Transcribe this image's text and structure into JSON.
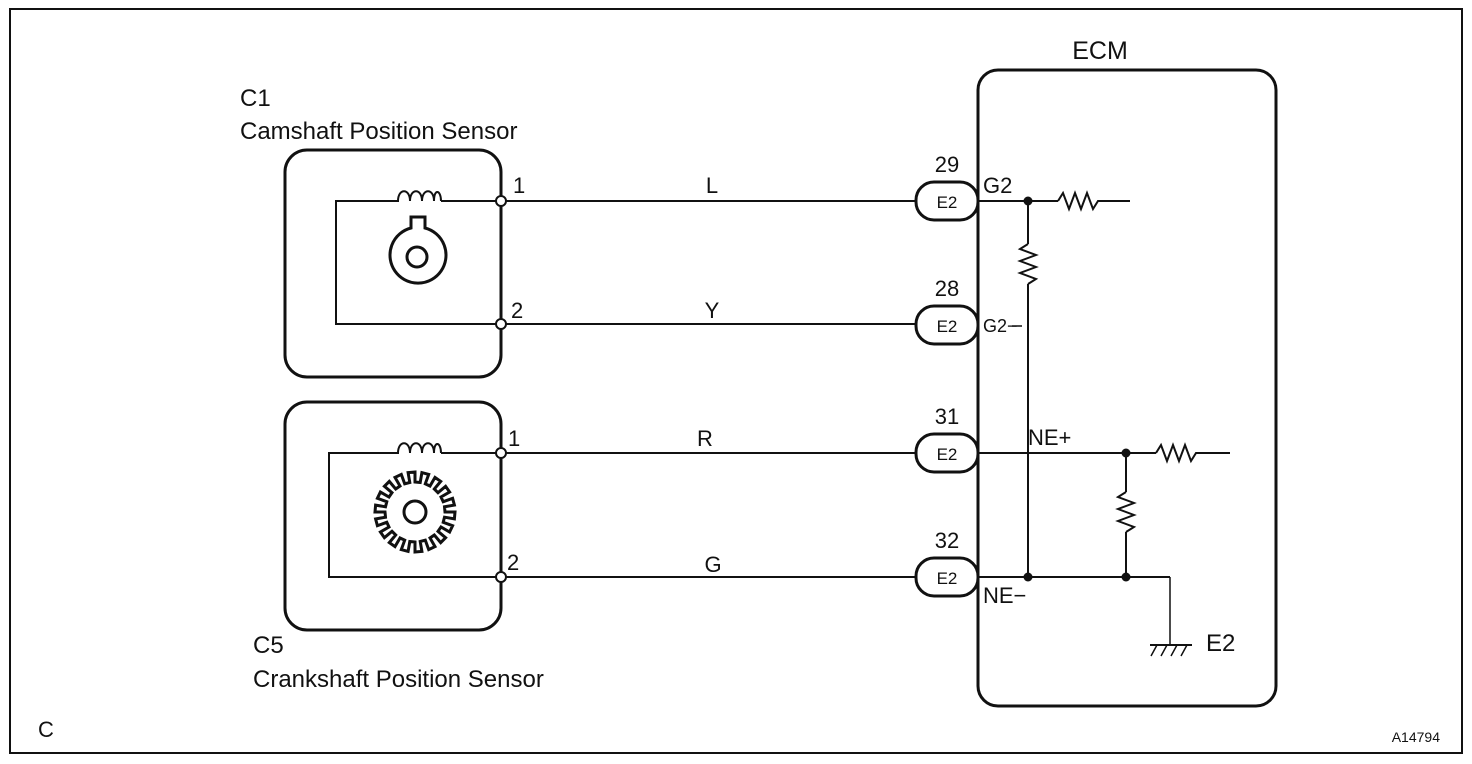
{
  "corner_label": "C",
  "figure_id": "A14794",
  "ecm": {
    "title": "ECM",
    "ground_label": "E2"
  },
  "sensors": [
    {
      "code": "C1",
      "name": "Camshaft Position Sensor",
      "pin1": "1",
      "pin2": "2"
    },
    {
      "code": "C5",
      "name": "Crankshaft Position Sensor",
      "pin1": "1",
      "pin2": "2"
    }
  ],
  "wires": [
    {
      "color": "L",
      "pin": "29",
      "connector": "E2",
      "terminal": "G2"
    },
    {
      "color": "Y",
      "pin": "28",
      "connector": "E2",
      "terminal": "G2−"
    },
    {
      "color": "R",
      "pin": "31",
      "connector": "E2",
      "terminal": "NE+"
    },
    {
      "color": "G",
      "pin": "32",
      "connector": "E2",
      "terminal": "NE−"
    }
  ]
}
